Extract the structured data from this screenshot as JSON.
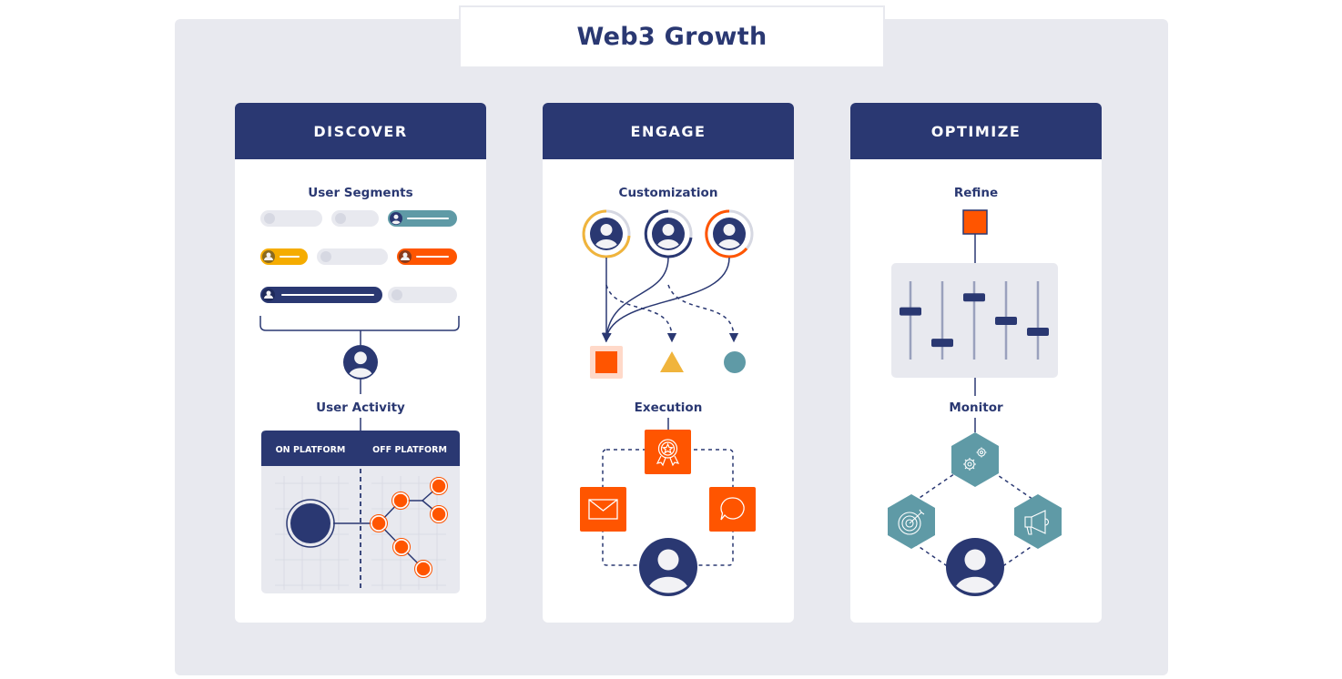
{
  "title": "Web3 Growth",
  "colors": {
    "navy": "#2a3872",
    "orange": "#ff5500",
    "teal": "#5f9aa6",
    "yellow": "#f0b43c",
    "light_gray": "#e8e9ef",
    "pill_gray": "#d6d8e2"
  },
  "columns": [
    {
      "heading": "DISCOVER",
      "sections": [
        {
          "label": "User Segments"
        },
        {
          "label": "User Activity",
          "platform_labels": [
            "ON PLATFORM",
            "OFF PLATFORM"
          ]
        }
      ]
    },
    {
      "heading": "ENGAGE",
      "sections": [
        {
          "label": "Customization",
          "shapes": [
            "square",
            "triangle",
            "circle"
          ]
        },
        {
          "label": "Execution",
          "icons": [
            "award-icon",
            "mail-icon",
            "chat-bubble-icon",
            "user-icon"
          ]
        }
      ]
    },
    {
      "heading": "OPTIMIZE",
      "sections": [
        {
          "label": "Refine",
          "slider_levels": [
            0.62,
            0.22,
            0.8,
            0.5,
            0.36
          ]
        },
        {
          "label": "Monitor",
          "icons": [
            "gears-icon",
            "target-icon",
            "megaphone-icon",
            "user-icon"
          ]
        }
      ]
    }
  ]
}
